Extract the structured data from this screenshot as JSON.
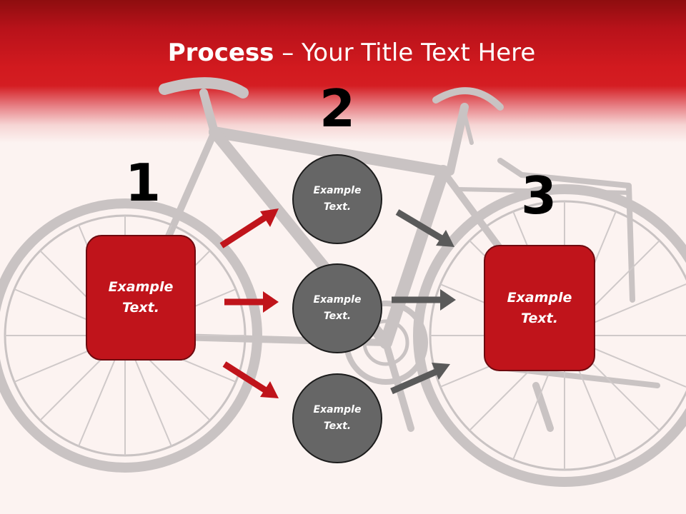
{
  "title": {
    "bold": "Process",
    "rest": " – Your Title Text Here"
  },
  "steps": {
    "one": "1",
    "two": "2",
    "three": "3"
  },
  "left_box": {
    "line1": "Example",
    "line2": "Text."
  },
  "right_box": {
    "line1": "Example",
    "line2": "Text."
  },
  "circles": [
    {
      "line1": "Example",
      "line2": "Text."
    },
    {
      "line1": "Example",
      "line2": "Text."
    },
    {
      "line1": "Example",
      "line2": "Text."
    }
  ],
  "colors": {
    "header_red": "#d21a1f",
    "box_red": "#c0141b",
    "circle_grey": "#666666",
    "arrow_red": "#c0141b",
    "arrow_grey": "#5a5a5a"
  }
}
